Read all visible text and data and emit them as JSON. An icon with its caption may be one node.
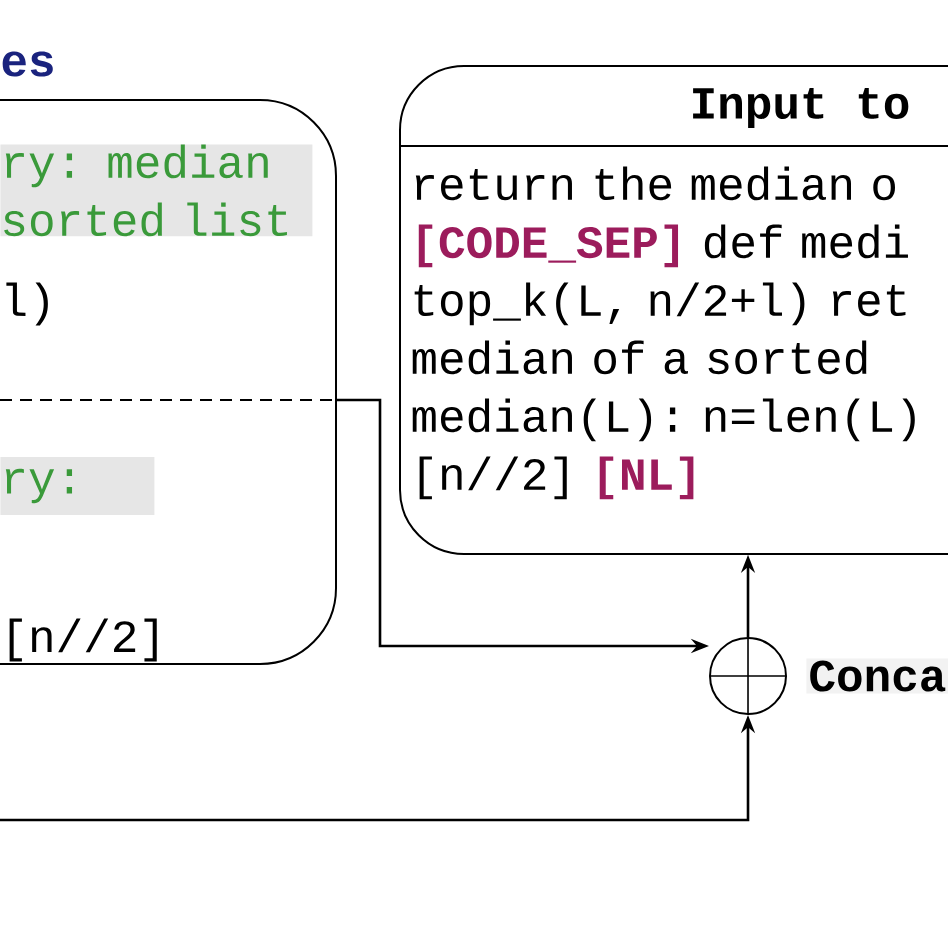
{
  "diagram": {
    "title": "es",
    "nodes": [
      {
        "text": [
          "ry: median sorted list",
          "l)",
          "ry:",
          "[n//2]"
        ]
      },
      {
        "text": [
          "Input to",
          "return the median o **[CODE_SEP]** def medi top_k(L, n/2+l) ret median of a sorted median(L): n=len(L) [n//2] **[NL]**"
        ]
      },
      {
        "text": [],
        "shape": "circle",
        "beside": [
          "Conca"
        ]
      }
    ],
    "edges": [
      {
        "from": 0,
        "to": 2,
        "arrow": "to"
      },
      {
        "from": null,
        "to": 2,
        "arrow": "to"
      },
      {
        "from": 2,
        "to": 1,
        "arrow": "to"
      }
    ]
  }
}
